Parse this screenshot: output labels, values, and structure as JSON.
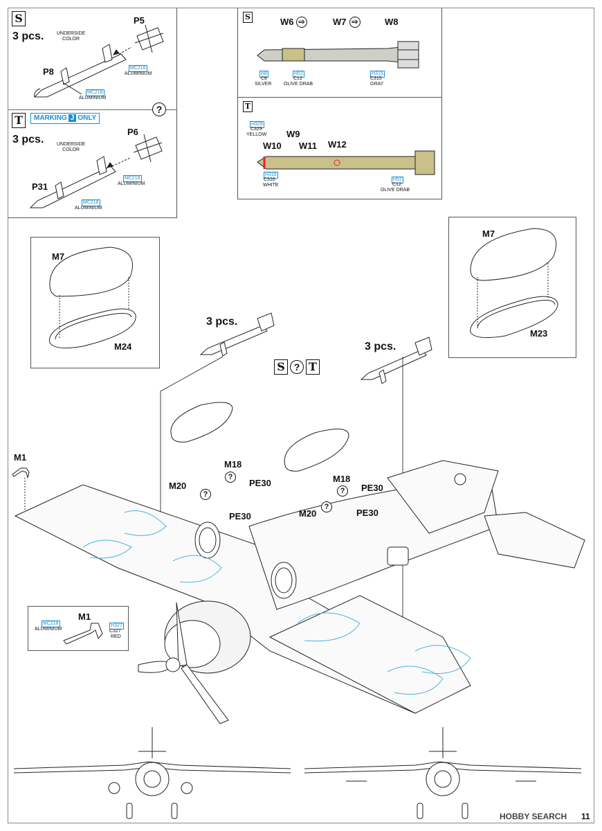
{
  "colors": {
    "blue_callout": "#1b8fd0",
    "line": "#222222",
    "olive": "#c9c08a",
    "gray": "#c8c8c0"
  },
  "panel_s_left": {
    "box": "S",
    "qty": "3 pcs.",
    "parts": {
      "p5": "P5",
      "p8": "P8"
    },
    "underside": "UNDERSIDE\nCOLOR",
    "codes": [
      {
        "code": "MC218",
        "name": "ALUMINIUM"
      },
      {
        "code": "MC218",
        "name": "ALUMINIUM"
      }
    ]
  },
  "panel_t_left": {
    "box": "T",
    "marking_pre": "MARKING",
    "marking_j": "J",
    "marking_post": "ONLY",
    "qty": "3 pcs.",
    "parts": {
      "p6": "P6",
      "p31": "P31"
    },
    "underside": "UNDERSIDE\nCOLOR",
    "codes": [
      {
        "code": "MC218",
        "name": "ALUMINIUM"
      },
      {
        "code": "MC218",
        "name": "ALUMINIUM"
      }
    ]
  },
  "q_top": "?",
  "panel_s_right": {
    "box": "S",
    "decals": [
      "W6",
      "W7",
      "W8"
    ],
    "c1": {
      "code": "H8",
      "c": "C8",
      "name": "SILVER"
    },
    "c2": {
      "code": "H52",
      "c": "C12",
      "name": "OLIVE DRAB"
    },
    "c3": {
      "code": "H315",
      "c": "C315",
      "name": "GRAY"
    }
  },
  "panel_t_right": {
    "box": "T",
    "decals": [
      "W9",
      "W10",
      "W11",
      "W12"
    ],
    "c1": {
      "code": "H329",
      "c": "C329",
      "name": "YELLOW"
    },
    "c2": {
      "code": "H316",
      "c": "C316",
      "name": "WHITE"
    },
    "c3": {
      "code": "H52",
      "c": "C12",
      "name": "OLIVE DRAB"
    }
  },
  "inset_left": {
    "top": "M7",
    "bottom": "M24"
  },
  "inset_right": {
    "top": "M7",
    "bottom": "M23"
  },
  "main": {
    "qty_left": "3 pcs.",
    "qty_right": "3 pcs.",
    "opt_s": "S",
    "opt_q": "?",
    "opt_t": "T",
    "m1": "M1",
    "m18a": "M18",
    "m18b": "M18",
    "m20a": "M20",
    "m20b": "M20",
    "pe30": [
      "PE30",
      "PE30",
      "PE30",
      "PE30"
    ],
    "q": "?"
  },
  "m1_inset": {
    "title": "M1",
    "c1": {
      "code": "MC218",
      "name": "ALUMINIUM"
    },
    "c2": {
      "code": "H327",
      "c": "C327",
      "name": "RED"
    }
  },
  "page_number": "11",
  "watermark": "HOBBY SEARCH"
}
